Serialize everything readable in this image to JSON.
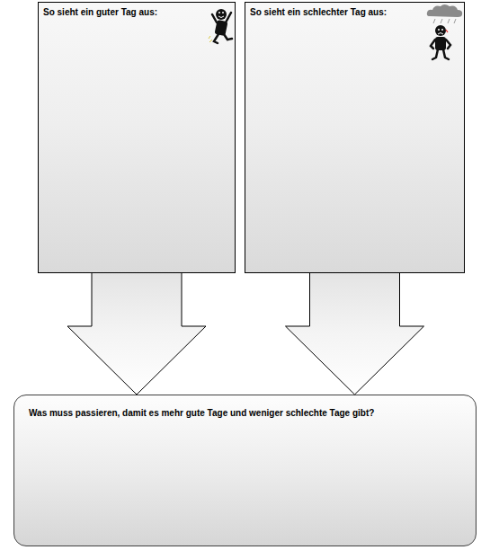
{
  "diagram": {
    "nodes": [
      {
        "text": [
          "So sieht ein guter Tag aus:"
        ]
      },
      {
        "text": [
          "So sieht ein schlechter Tag aus:"
        ]
      },
      {
        "text": [
          "Was muss passieren, damit es mehr gute Tage und weniger schlechte Tage gibt?"
        ]
      }
    ],
    "edges": [
      {
        "from": 0,
        "to": 2,
        "arrow": "to"
      },
      {
        "from": 1,
        "to": 2,
        "arrow": "to"
      }
    ]
  }
}
